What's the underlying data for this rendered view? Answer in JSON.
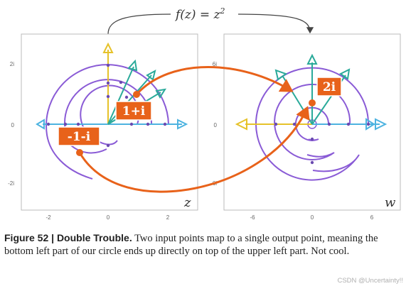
{
  "title": {
    "formula_lhs": "f(z) = z",
    "formula_exp": "2"
  },
  "left_panel": {
    "corner_label": "z",
    "y_ticks": [
      "2i",
      "0",
      "-2i"
    ],
    "x_ticks": [
      "-2",
      "0",
      "2"
    ],
    "point_a": "1+i",
    "point_b": "-1-i"
  },
  "right_panel": {
    "corner_label": "w",
    "y_ticks": [
      "6i",
      "0",
      "-6i"
    ],
    "x_ticks": [
      "-6",
      "0",
      "6"
    ],
    "point": "2i"
  },
  "caption": {
    "heading": "Figure 52 | Double Trouble.",
    "body": " Two input points map to a single output point, meaning the bottom left part of our circle ends up directly on top of the upper left part. Not cool."
  },
  "watermark": "CSDN @Uncertainty!!",
  "colors": {
    "orange": "#e8621a",
    "purple": "#8a5bd6",
    "blue": "#4db3e0",
    "teal": "#2aaa9a",
    "yellow": "#e6c22a",
    "frame": "#bbbbbb"
  }
}
